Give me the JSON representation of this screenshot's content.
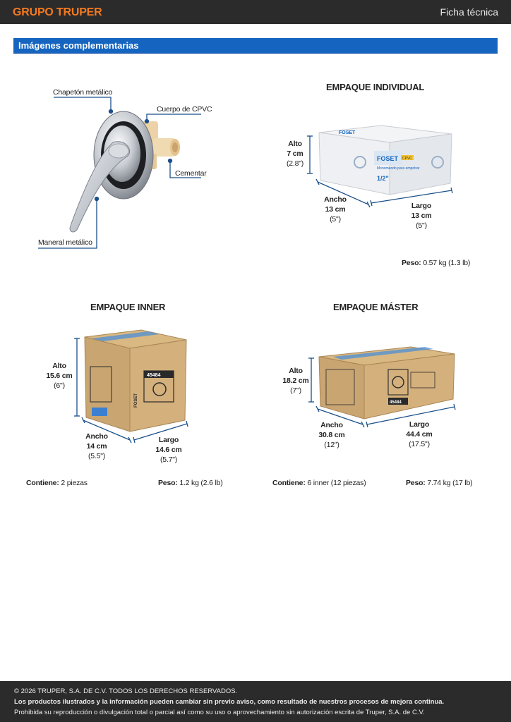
{
  "header": {
    "brand": "GRUPO TRUPER",
    "doc_type": "Ficha técnica"
  },
  "section": {
    "title": "Imágenes complementarias"
  },
  "product": {
    "labels": {
      "chapeton": "Chapetón metálico",
      "cuerpo": "Cuerpo de CPVC",
      "cementar": "Cementar",
      "maneral": "Maneral metálico"
    }
  },
  "individual": {
    "title": "EMPAQUE INDIVIDUAL",
    "alto": {
      "label": "Alto",
      "metric": "7 cm",
      "imperial": "(2.8\")"
    },
    "ancho": {
      "label": "Ancho",
      "metric": "13 cm",
      "imperial": "(5\")"
    },
    "largo": {
      "label": "Largo",
      "metric": "13 cm",
      "imperial": "(5\")"
    },
    "peso_label": "Peso:",
    "peso_value": "0.57 kg (1.3 lb)",
    "box_text": {
      "brand": "FOSET",
      "badge": "CPVC",
      "name": "Monomando para empotrar",
      "size": "1/2\""
    }
  },
  "inner": {
    "title": "EMPAQUE INNER",
    "alto": {
      "label": "Alto",
      "metric": "15.6 cm",
      "imperial": "(6\")"
    },
    "ancho": {
      "label": "Ancho",
      "metric": "14 cm",
      "imperial": "(5.5\")"
    },
    "largo": {
      "label": "Largo",
      "metric": "14.6 cm",
      "imperial": "(5.7\")"
    },
    "contiene_label": "Contiene:",
    "contiene_value": "2 piezas",
    "peso_label": "Peso:",
    "peso_value": "1.2 kg (2.6 lb)",
    "box_text": {
      "code": "45484",
      "brand": "FOSET"
    }
  },
  "master": {
    "title": "EMPAQUE MÁSTER",
    "alto": {
      "label": "Alto",
      "metric": "18.2 cm",
      "imperial": "(7\")"
    },
    "ancho": {
      "label": "Ancho",
      "metric": "30.8 cm",
      "imperial": "(12\")"
    },
    "largo": {
      "label": "Largo",
      "metric": "44.4 cm",
      "imperial": "(17.5\")"
    },
    "contiene_label": "Contiene:",
    "contiene_value": "6 inner (12 piezas)",
    "peso_label": "Peso:",
    "peso_value": "7.74 kg (17 lb)",
    "box_text": {
      "code": "45484"
    }
  },
  "footer": {
    "copyright": "© 2026 TRUPER, S.A. DE C.V. TODOS LOS DERECHOS RESERVADOS.",
    "notice": "Los productos ilustrados y la información pueden cambiar sin previo aviso, como resultado de nuestros procesos de mejora continua.",
    "prohibition": "Prohibida su reproducción o divulgación total o parcial así como su uso o aprovechamiento sin autorización escrita de Truper, S.A. de C.V."
  },
  "colors": {
    "brand_orange": "#f47a20",
    "section_blue": "#1565c0",
    "dark_bar": "#2b2b2b",
    "dim_line": "#1a4f8a",
    "cardboard": "#c9a572"
  }
}
